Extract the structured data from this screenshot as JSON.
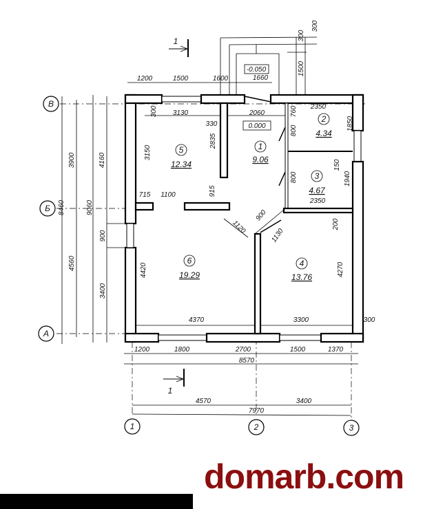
{
  "rooms": [
    {
      "number": "1",
      "area": "9.06"
    },
    {
      "number": "2",
      "area": "4.34"
    },
    {
      "number": "3",
      "area": "4.67"
    },
    {
      "number": "4",
      "area": "13.76"
    },
    {
      "number": "5",
      "area": "12.34"
    },
    {
      "number": "6",
      "area": "19.29"
    }
  ],
  "levels": {
    "entrance": "-0.050",
    "floor": "0.000"
  },
  "axes": {
    "rows": [
      "В",
      "Б",
      "А"
    ],
    "cols": [
      "1",
      "2",
      "3"
    ]
  },
  "section_mark": "1",
  "dimensions": {
    "top": [
      "1200",
      "1500",
      "1600",
      "1660",
      "300",
      "300",
      "1500"
    ],
    "interior": [
      "3130",
      "300",
      "2060",
      "760",
      "2350",
      "1850",
      "800",
      "330",
      "2835",
      "3150",
      "915",
      "715",
      "1100",
      "800",
      "150",
      "1940",
      "2350",
      "900",
      "1120",
      "1130",
      "200",
      "4270",
      "4420",
      "4370",
      "3300",
      "300"
    ],
    "left": [
      "3900",
      "4560",
      "8460",
      "4160",
      "9060",
      "900",
      "3400"
    ],
    "bottom": [
      "1200",
      "1800",
      "2700",
      "1500",
      "1370",
      "8570",
      "4570",
      "3400",
      "7970"
    ]
  },
  "watermark": "domarb.com"
}
